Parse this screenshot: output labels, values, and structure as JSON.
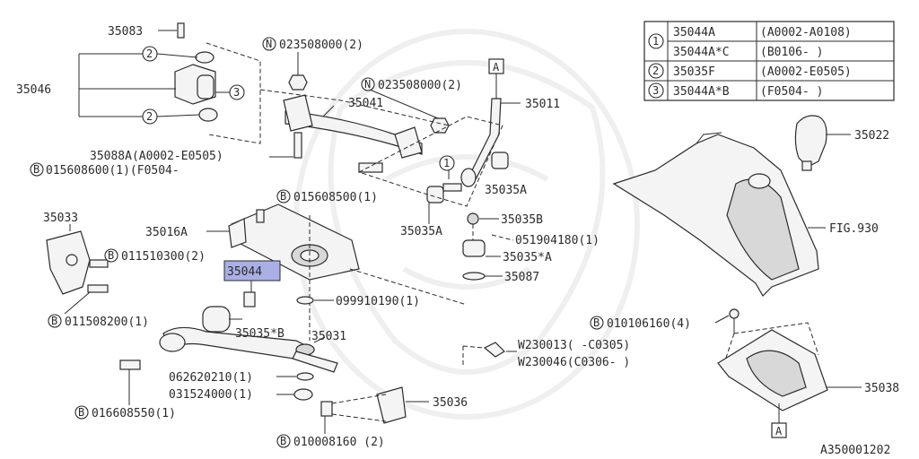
{
  "diagram_id": "A350001202",
  "ref_marker": "A",
  "highlight_color": "#aab0e6",
  "parts": {
    "p35083": "35083",
    "p35046": "35046",
    "p35041": "35041",
    "p35011": "35011",
    "p35022": "35022",
    "p35088A": "35088A(A0002-E0505)",
    "p015608600": "015608600(1)(F0504-",
    "p015608500": "015608500(1)",
    "p35035A_1": "35035A",
    "p35035A_2": "35035A",
    "p35035B": "35035B",
    "p051904180": "051904180(1)",
    "p35035starA": "35035*A",
    "p35087": "35087",
    "p35033": "35033",
    "p35016A": "35016A",
    "p011510300": "011510300(2)",
    "p35044": "35044",
    "p099910190": "099910190(1)",
    "p011508200": "011508200(1)",
    "p35035starB": "35035*B",
    "p35031": "35031",
    "p062620210": "062620210(1)",
    "p031524000": "031524000(1)",
    "p35036": "35036",
    "p016608550": "016608550(1)",
    "p010008160": "010008160 (2)",
    "pW230013": "W230013(    -C0305)",
    "pW230046": "W230046(C0306-    )",
    "p010106160": "010106160(4)",
    "p35038": "35038",
    "pFIG930": "FIG.930",
    "nut1": "023508000(2)",
    "nut2": "023508000(2)"
  },
  "symbols": {
    "N": "N",
    "B": "B",
    "one": "1",
    "two": "2",
    "three": "3"
  },
  "table": {
    "rows": [
      {
        "marker": "1",
        "part": "35044A",
        "range": "(A0002-A0108)"
      },
      {
        "marker": "",
        "part": "35044A*C",
        "range": "(B0106-     )"
      },
      {
        "marker": "2",
        "part": "35035F",
        "range": "(A0002-E0505)"
      },
      {
        "marker": "3",
        "part": "35044A*B",
        "range": "(F0504-     )"
      }
    ]
  }
}
